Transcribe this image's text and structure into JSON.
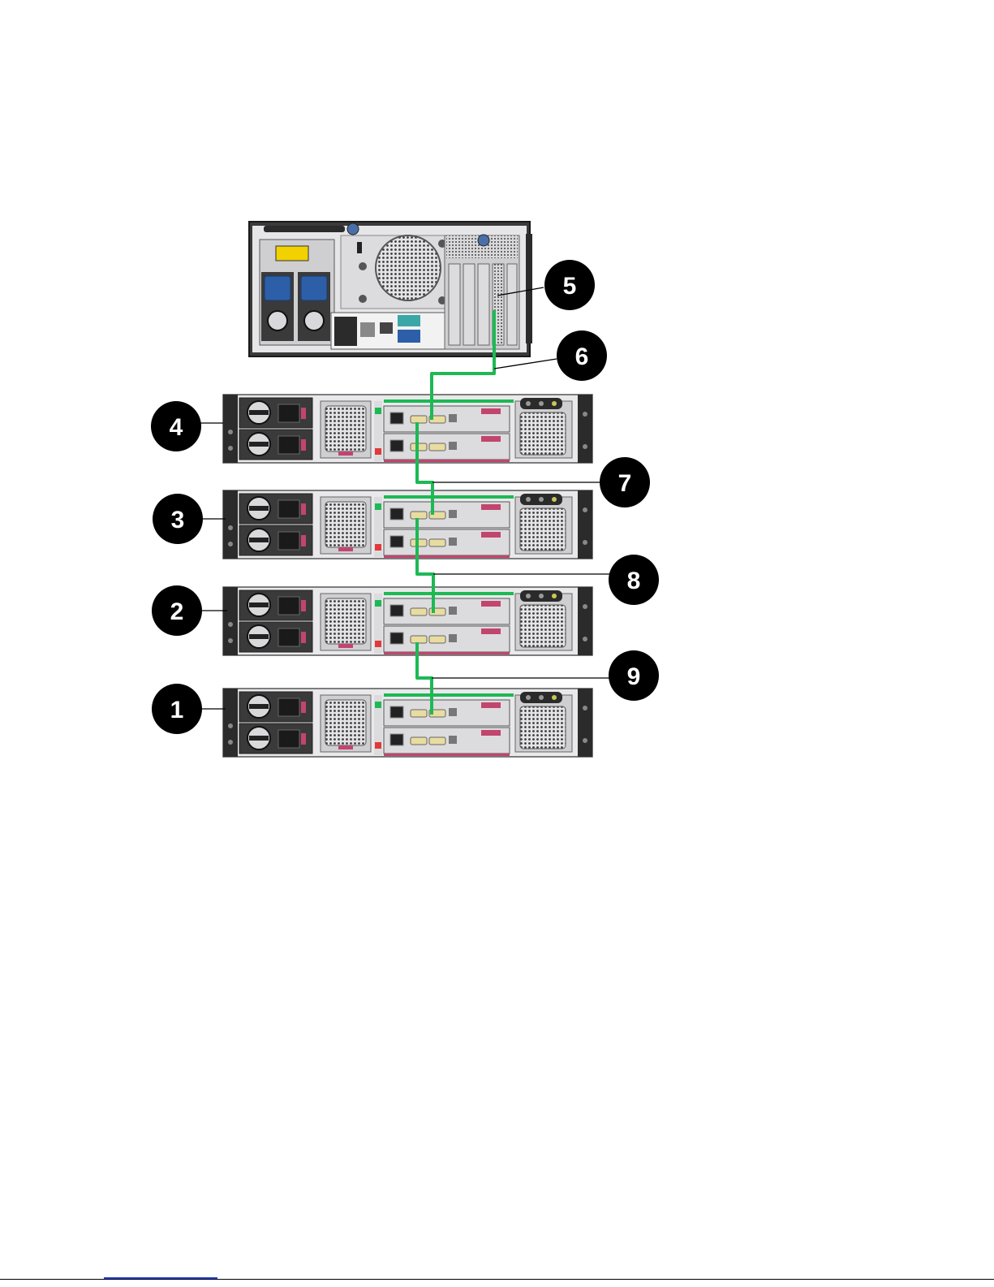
{
  "callouts": [
    {
      "id": "1",
      "text": "1"
    },
    {
      "id": "2",
      "text": "2"
    },
    {
      "id": "3",
      "text": "3"
    },
    {
      "id": "4",
      "text": "4"
    },
    {
      "id": "5",
      "text": "5"
    },
    {
      "id": "6",
      "text": "6"
    },
    {
      "id": "7",
      "text": "7"
    },
    {
      "id": "8",
      "text": "8"
    },
    {
      "id": "9",
      "text": "9"
    }
  ],
  "colors": {
    "cable": "#1db954",
    "callout_fill": "#000000",
    "callout_text": "#ffffff",
    "chassis": "#cfcfd1",
    "chassis_dark": "#2b2b2b",
    "psu_handle": "#2d5fa8",
    "accent_pink": "#c2456e",
    "port_yellow": "#e8dca0",
    "footer_link": "#1f3fd8"
  },
  "components": {
    "server": "tower-server-rear",
    "enclosures": [
      "disk-enclosure-1",
      "disk-enclosure-2",
      "disk-enclosure-3",
      "disk-enclosure-4"
    ]
  }
}
